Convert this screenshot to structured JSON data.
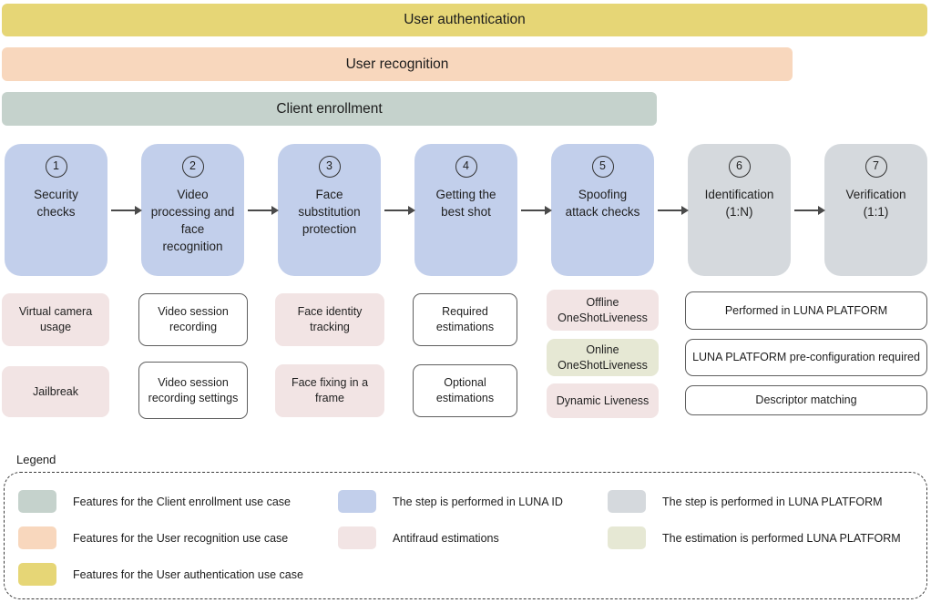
{
  "colors": {
    "user_authentication_bar": "#e6d676",
    "user_recognition_bar": "#f8d7bd",
    "client_enrollment_bar": "#c5d2cc",
    "step_luna_id": "#c2cfeb",
    "step_luna_platform": "#d5d9dd",
    "antifraud_box": "#f2e4e4",
    "platform_estimation_box": "#e6e8d4",
    "arrow": "#4a4a4a"
  },
  "use_case_bars": [
    {
      "label": "User authentication"
    },
    {
      "label": "User recognition"
    },
    {
      "label": "Client enrollment"
    }
  ],
  "steps": [
    {
      "number": "1",
      "label": "Security checks"
    },
    {
      "number": "2",
      "label": "Video processing and face recognition"
    },
    {
      "number": "3",
      "label": "Face substitution protection"
    },
    {
      "number": "4",
      "label": "Getting the best shot"
    },
    {
      "number": "5",
      "label": "Spoofing attack checks"
    },
    {
      "number": "6",
      "label": "Identification (1:N)"
    },
    {
      "number": "7",
      "label": "Verification (1:1)"
    }
  ],
  "features": {
    "security_checks": [
      {
        "label": "Virtual camera usage"
      },
      {
        "label": "Jailbreak"
      }
    ],
    "video_processing": [
      {
        "label": "Video session recording"
      },
      {
        "label": "Video session recording settings"
      }
    ],
    "face_substitution": [
      {
        "label": "Face identity tracking"
      },
      {
        "label": "Face fixing in a frame"
      }
    ],
    "best_shot": [
      {
        "label": "Required estimations"
      },
      {
        "label": "Optional estimations"
      }
    ],
    "spoofing_checks": [
      {
        "label": "Offline OneShotLiveness"
      },
      {
        "label": "Online OneShotLiveness"
      },
      {
        "label": "Dynamic Liveness"
      }
    ],
    "platform_matching": [
      {
        "label": "Performed in LUNA PLATFORM"
      },
      {
        "label": "LUNA PLATFORM pre-configuration required"
      },
      {
        "label": "Descriptor matching"
      }
    ]
  },
  "legend": {
    "title": "Legend",
    "items": [
      {
        "label": "Features for the Client enrollment use case"
      },
      {
        "label": "Features for the User recognition use case"
      },
      {
        "label": "Features for the User authentication use case"
      },
      {
        "label": "The step is performed in LUNA ID"
      },
      {
        "label": "Antifraud estimations"
      },
      {
        "label": "The step is performed in LUNA PLATFORM"
      },
      {
        "label": "The estimation is performed LUNA PLATFORM"
      }
    ]
  }
}
